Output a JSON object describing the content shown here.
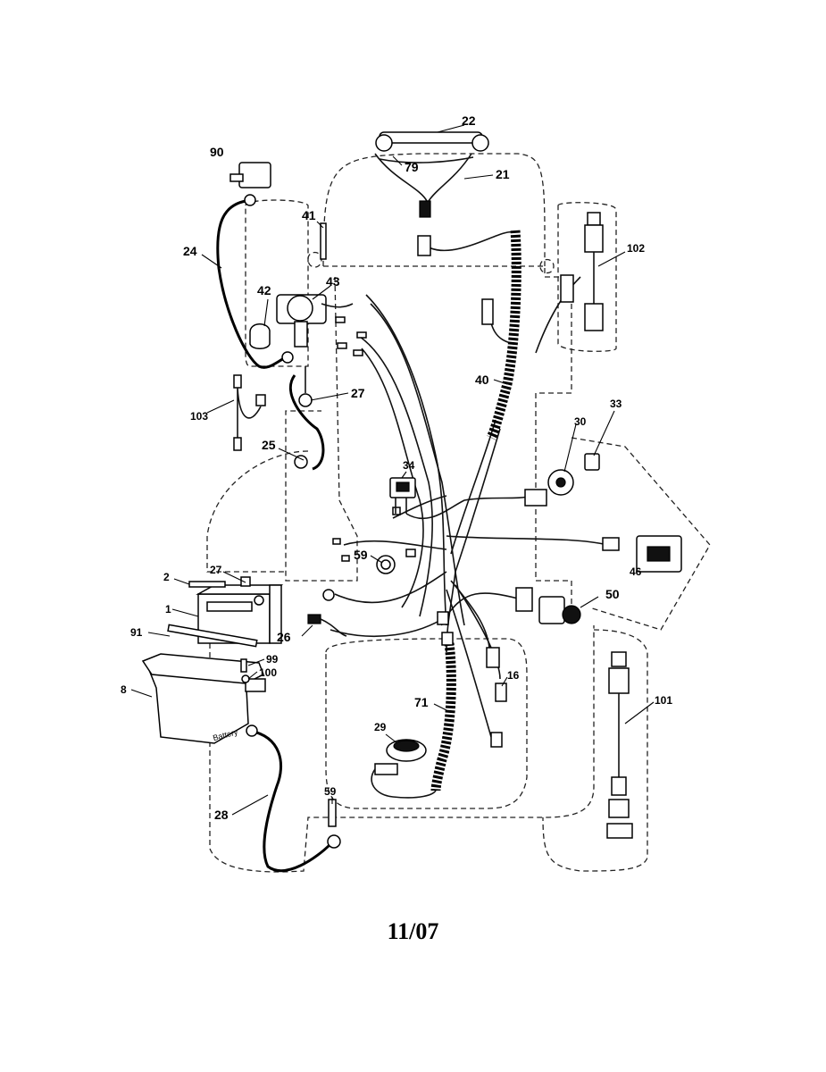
{
  "date_code": "11/07",
  "battery_text": "Battery",
  "callouts": [
    {
      "id": "c22",
      "text": "22"
    },
    {
      "id": "c79",
      "text": "79"
    },
    {
      "id": "c21",
      "text": "21"
    },
    {
      "id": "c90",
      "text": "90"
    },
    {
      "id": "c41",
      "text": "41"
    },
    {
      "id": "c24",
      "text": "24"
    },
    {
      "id": "c42",
      "text": "42"
    },
    {
      "id": "c43",
      "text": "43"
    },
    {
      "id": "c102",
      "text": "102"
    },
    {
      "id": "c40",
      "text": "40"
    },
    {
      "id": "c27a",
      "text": "27"
    },
    {
      "id": "c103",
      "text": "103"
    },
    {
      "id": "c33",
      "text": "33"
    },
    {
      "id": "c30",
      "text": "30"
    },
    {
      "id": "c25",
      "text": "25"
    },
    {
      "id": "c34",
      "text": "34"
    },
    {
      "id": "c46",
      "text": "46"
    },
    {
      "id": "c59a",
      "text": "59"
    },
    {
      "id": "c2",
      "text": "2"
    },
    {
      "id": "c27b",
      "text": "27"
    },
    {
      "id": "c50",
      "text": "50"
    },
    {
      "id": "c1",
      "text": "1"
    },
    {
      "id": "c91",
      "text": "91"
    },
    {
      "id": "c26",
      "text": "26"
    },
    {
      "id": "c99",
      "text": "99"
    },
    {
      "id": "c100",
      "text": "100"
    },
    {
      "id": "c16",
      "text": "16"
    },
    {
      "id": "c8",
      "text": "8"
    },
    {
      "id": "c71",
      "text": "71"
    },
    {
      "id": "c101",
      "text": "101"
    },
    {
      "id": "c29",
      "text": "29"
    },
    {
      "id": "c59b",
      "text": "59"
    },
    {
      "id": "c28",
      "text": "28"
    }
  ]
}
